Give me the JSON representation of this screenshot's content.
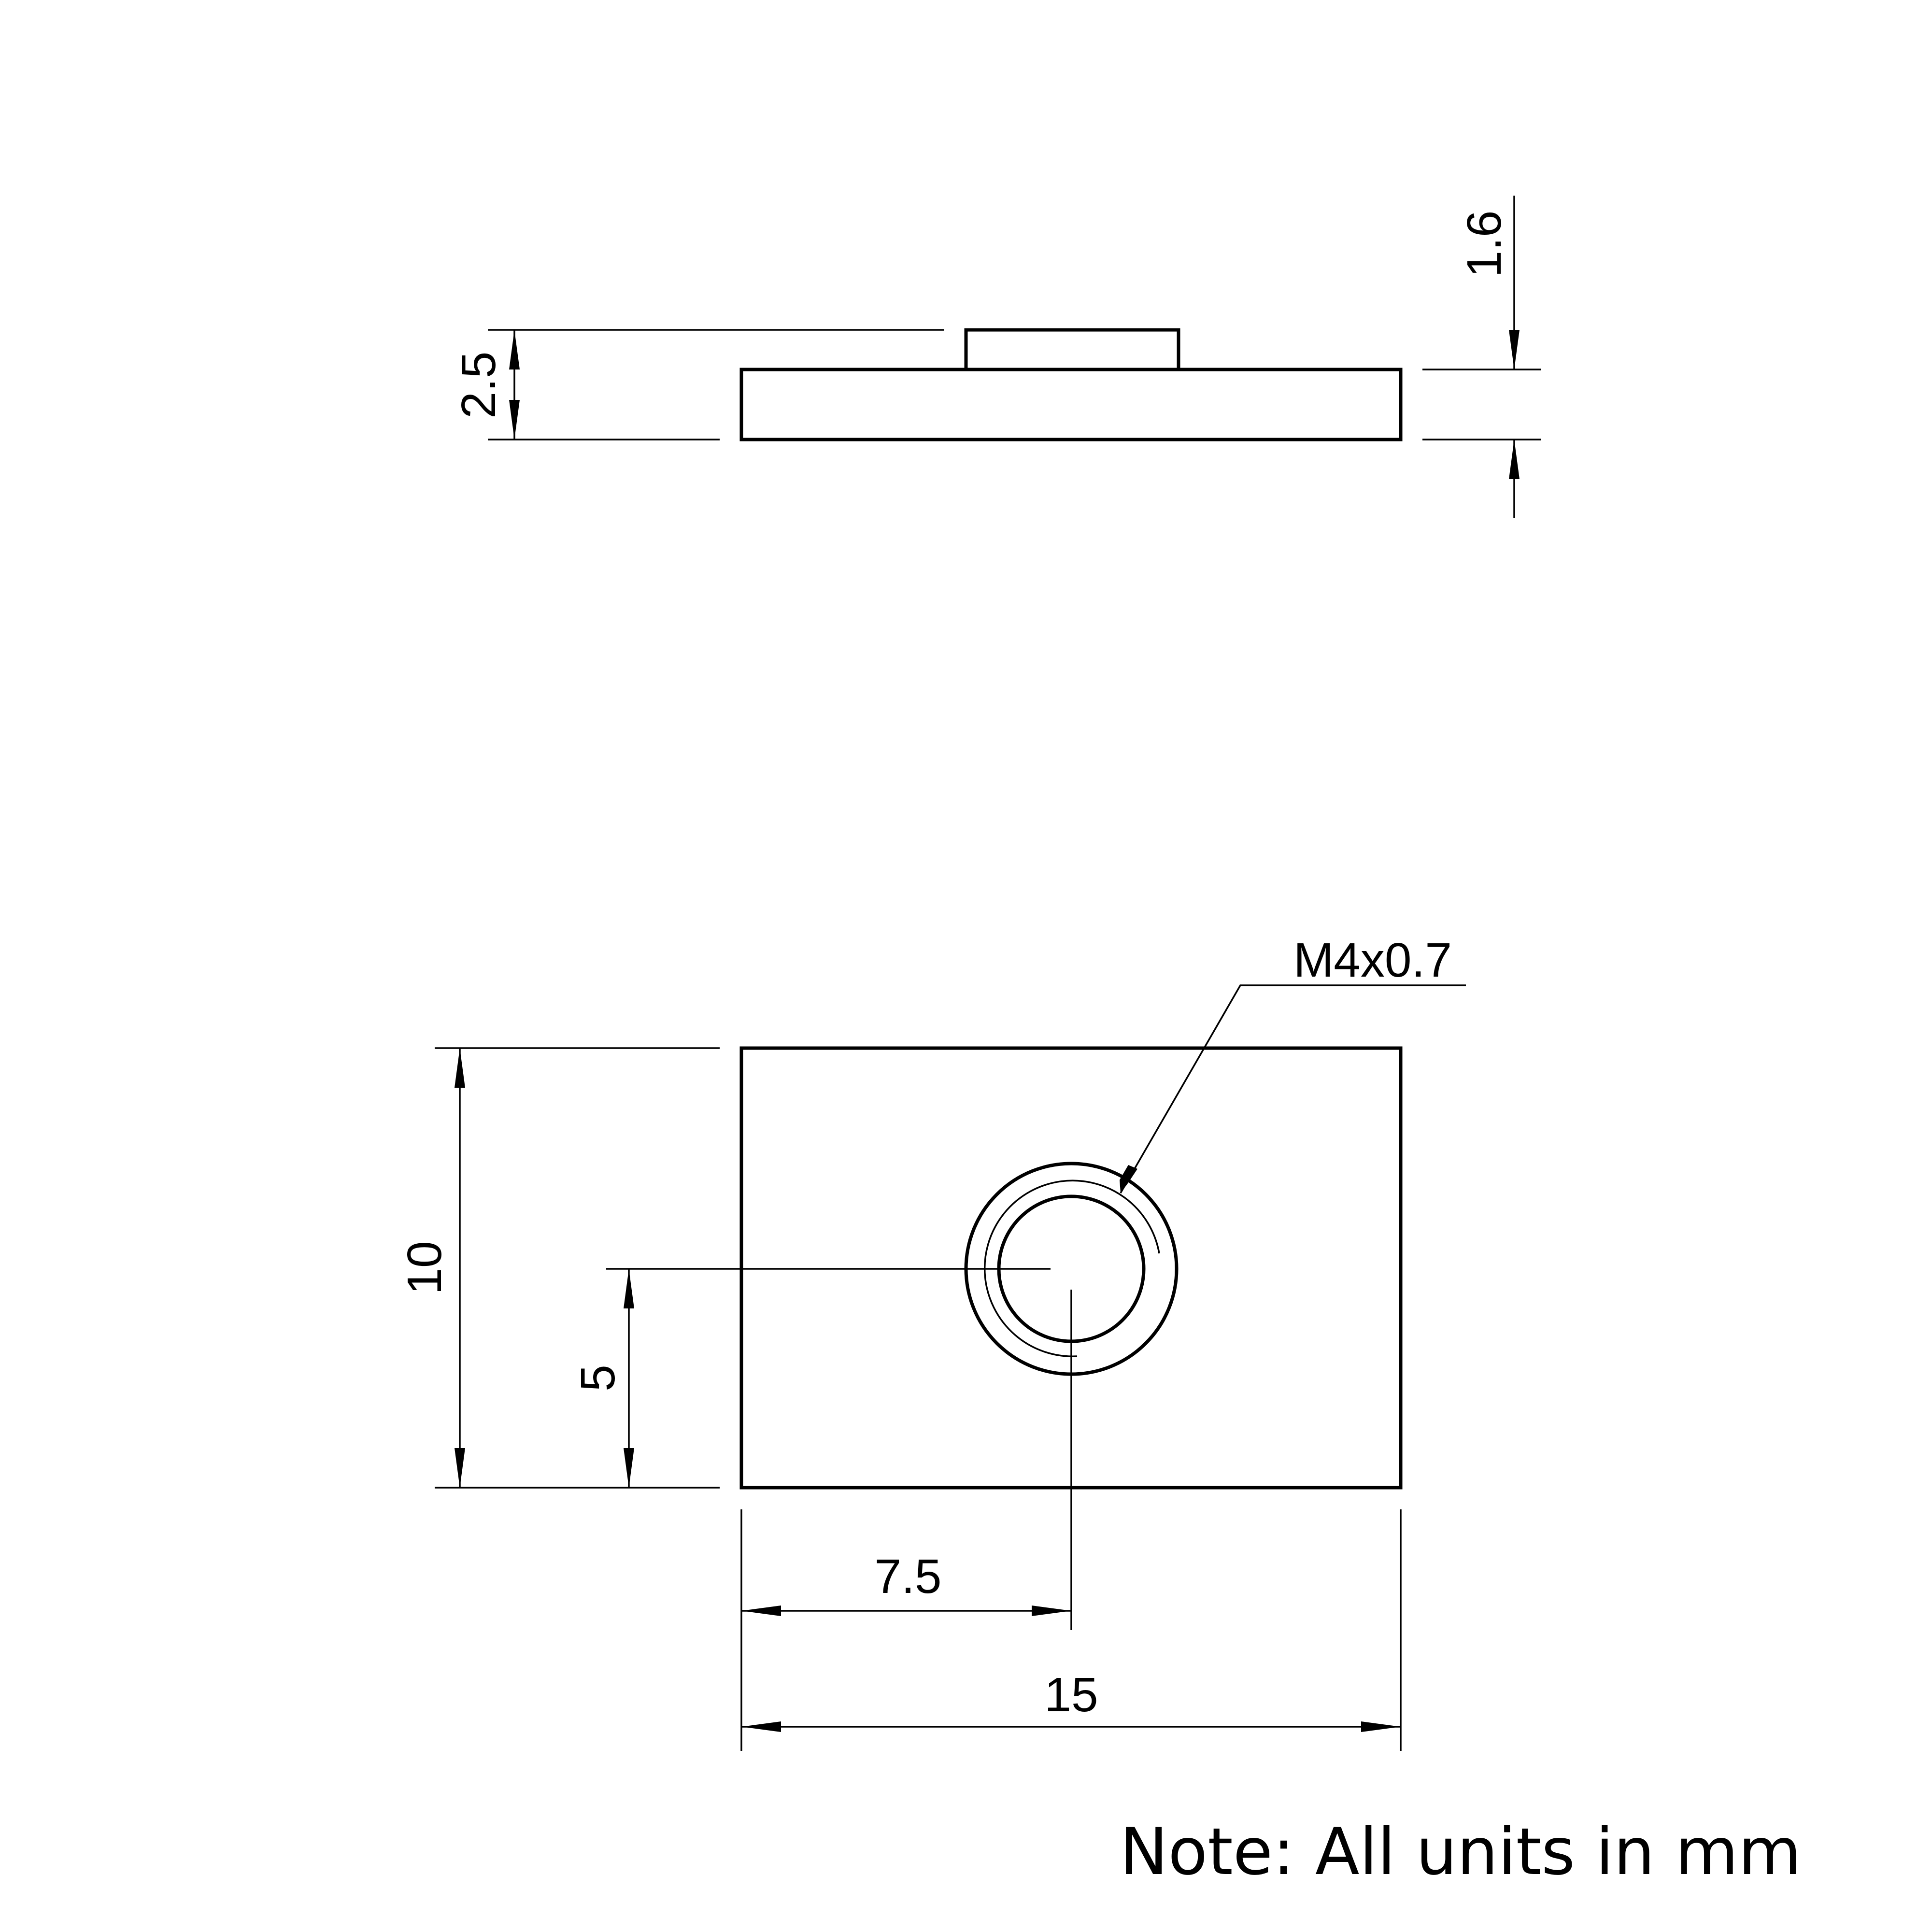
{
  "side_view": {
    "total_height_label": "2.5",
    "plate_thickness_label": "1.6"
  },
  "top_view": {
    "height_label": "10",
    "hole_center_y_label": "5",
    "hole_center_x_label": "7.5",
    "width_label": "15",
    "thread_label": "M4x0.7"
  },
  "note": "Note: All units in mm"
}
